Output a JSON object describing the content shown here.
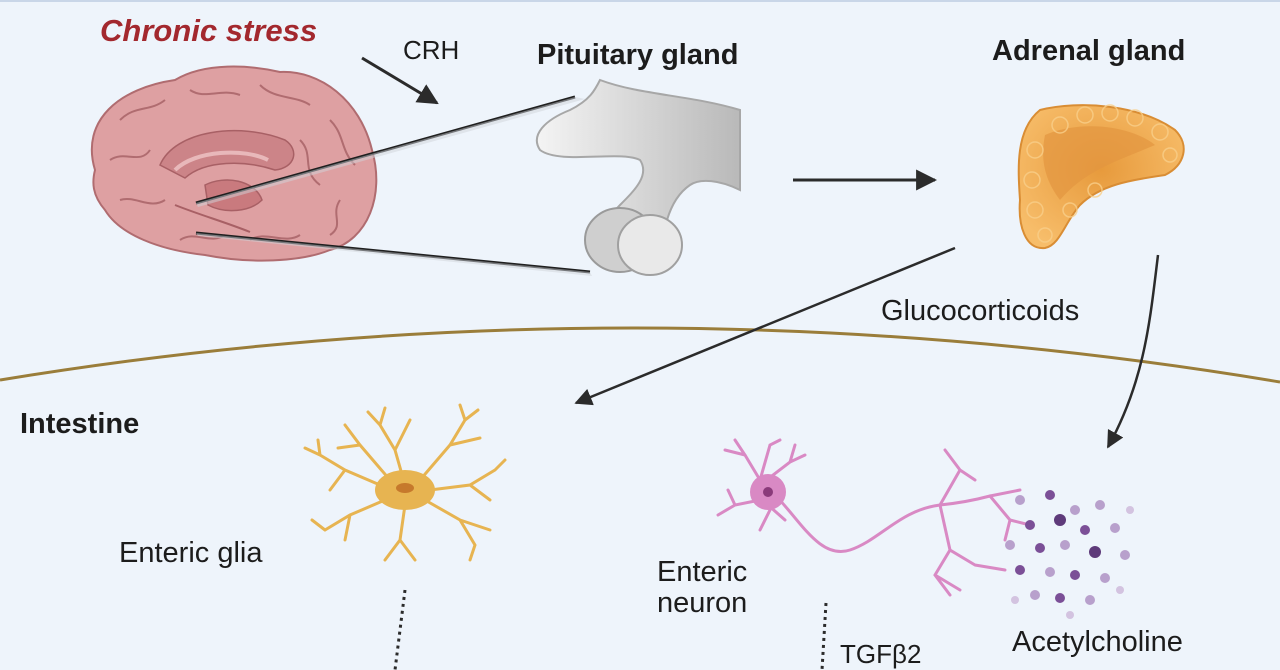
{
  "diagram": {
    "labels": {
      "chronic_stress": "Chronic stress",
      "crh": "CRH",
      "pituitary_gland": "Pituitary gland",
      "adrenal_gland": "Adrenal gland",
      "glucocorticoids": "Glucocorticoids",
      "intestine": "Intestine",
      "enteric_glia": "Enteric glia",
      "enteric_neuron_line1": "Enteric",
      "enteric_neuron_line2": "neuron",
      "tgfb2": "TGFβ2",
      "acetylcholine": "Acetylcholine"
    },
    "colors": {
      "background": "#eef4fb",
      "stress_label": "#a3282e",
      "brain": "#dea0a2",
      "brain_outline": "#b06c70",
      "pituitary": "#d8d8d8",
      "adrenal": "#f2ad57",
      "glia": "#e7b451",
      "neuron": "#d989c4",
      "acetylcholine": "#8a5a9e",
      "membrane": "#9a7d3a",
      "arrow": "#2b2b2b"
    }
  }
}
